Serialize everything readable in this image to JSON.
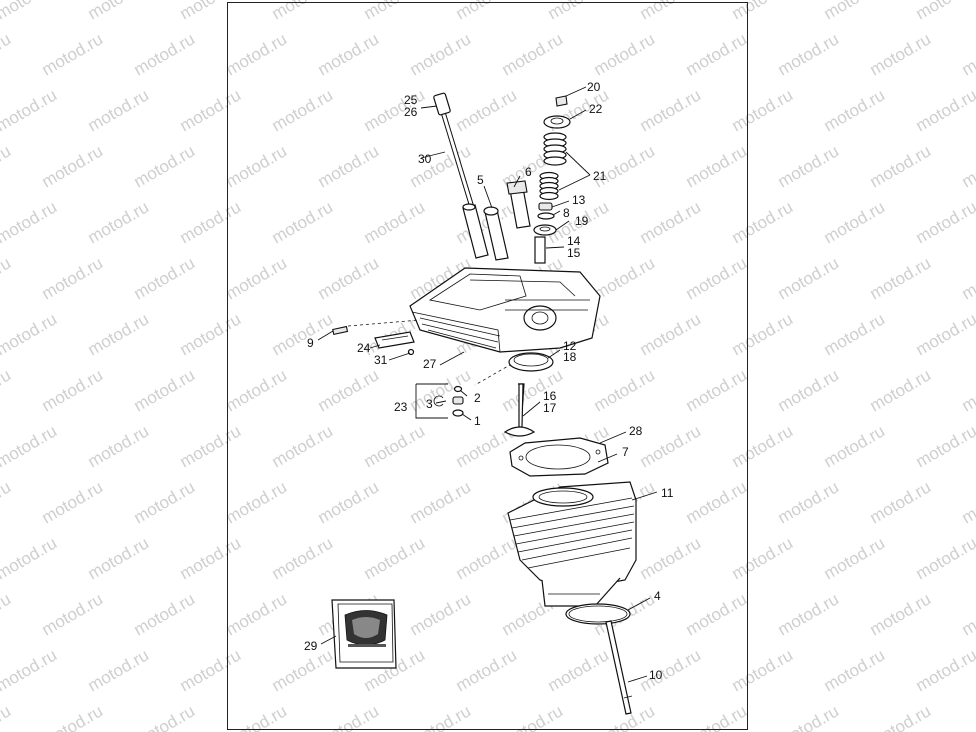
{
  "watermark": "motod.ru",
  "callouts": {
    "c1": "1",
    "c2": "2",
    "c3": "3",
    "c4": "4",
    "c5": "5",
    "c6": "6",
    "c7": "7",
    "c8": "8",
    "c9": "9",
    "c10": "10",
    "c11": "11",
    "c12": "12",
    "c13": "13",
    "c14": "14",
    "c15": "15",
    "c16": "16",
    "c17": "17",
    "c18": "18",
    "c19": "19",
    "c20": "20",
    "c21": "21",
    "c22": "22",
    "c23": "23",
    "c24": "24",
    "c25": "25",
    "c26": "26",
    "c27": "27",
    "c28": "28",
    "c29": "29",
    "c30": "30",
    "c31": "31"
  },
  "colors": {
    "line": "#111111",
    "watermark": "#cfcfcf",
    "background": "#ffffff"
  }
}
